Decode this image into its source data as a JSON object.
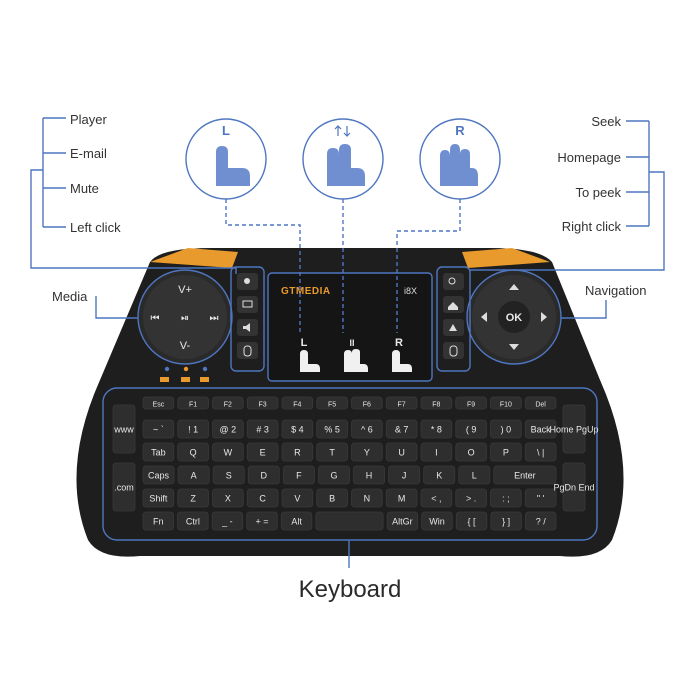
{
  "callouts": {
    "left": [
      "Player",
      "E-mail",
      "Mute",
      "Left click"
    ],
    "right": [
      "Seek",
      "Homepage",
      "To peek",
      "Right click"
    ],
    "media": "Media",
    "navigation": "Navigation",
    "keyboard": "Keyboard"
  },
  "gestures": {
    "left_letter": "L",
    "right_letter": "R"
  },
  "device": {
    "brand": "GTMEDIA",
    "model": "i8X",
    "touchpad_marks": [
      "L",
      "II",
      "R"
    ],
    "media_pad": {
      "up": "V+",
      "down": "V-",
      "left": "⏮",
      "center": "⏯",
      "right": "⏭"
    },
    "nav_pad": {
      "center": "OK"
    }
  },
  "keyboard": {
    "side_left": [
      "www",
      ".com"
    ],
    "side_right": [
      "Home PgUp",
      "PgDn End"
    ],
    "rows": [
      [
        "Esc",
        "F1",
        "F2",
        "F3",
        "F4",
        "F5",
        "F6",
        "F7",
        "F8",
        "F9",
        "F10",
        "Del"
      ],
      [
        "~ `",
        "! 1",
        "@ 2",
        "# 3",
        "$ 4",
        "% 5",
        "^ 6",
        "& 7",
        "* 8",
        "( 9",
        ") 0",
        "Back"
      ],
      [
        "Tab",
        "Q",
        "W",
        "E",
        "R",
        "T",
        "Y",
        "U",
        "I",
        "O",
        "P",
        "\\ |"
      ],
      [
        "Caps",
        "A",
        "S",
        "D",
        "F",
        "G",
        "H",
        "J",
        "K",
        "L",
        "Enter"
      ],
      [
        "Shift",
        "Z",
        "X",
        "C",
        "V",
        "B",
        "N",
        "M",
        "< ,",
        "> .",
        ": ;",
        "\" '"
      ],
      [
        "Fn",
        "Ctrl",
        "_ -",
        "+ =",
        "Alt",
        "",
        "AltGr",
        "Win",
        "{ [",
        "} ]",
        "? /"
      ]
    ]
  },
  "colors": {
    "accent": "#4f76c0",
    "body": "#1f1f1f",
    "key": "#2c2c2c",
    "orange": "#e89a2c"
  }
}
